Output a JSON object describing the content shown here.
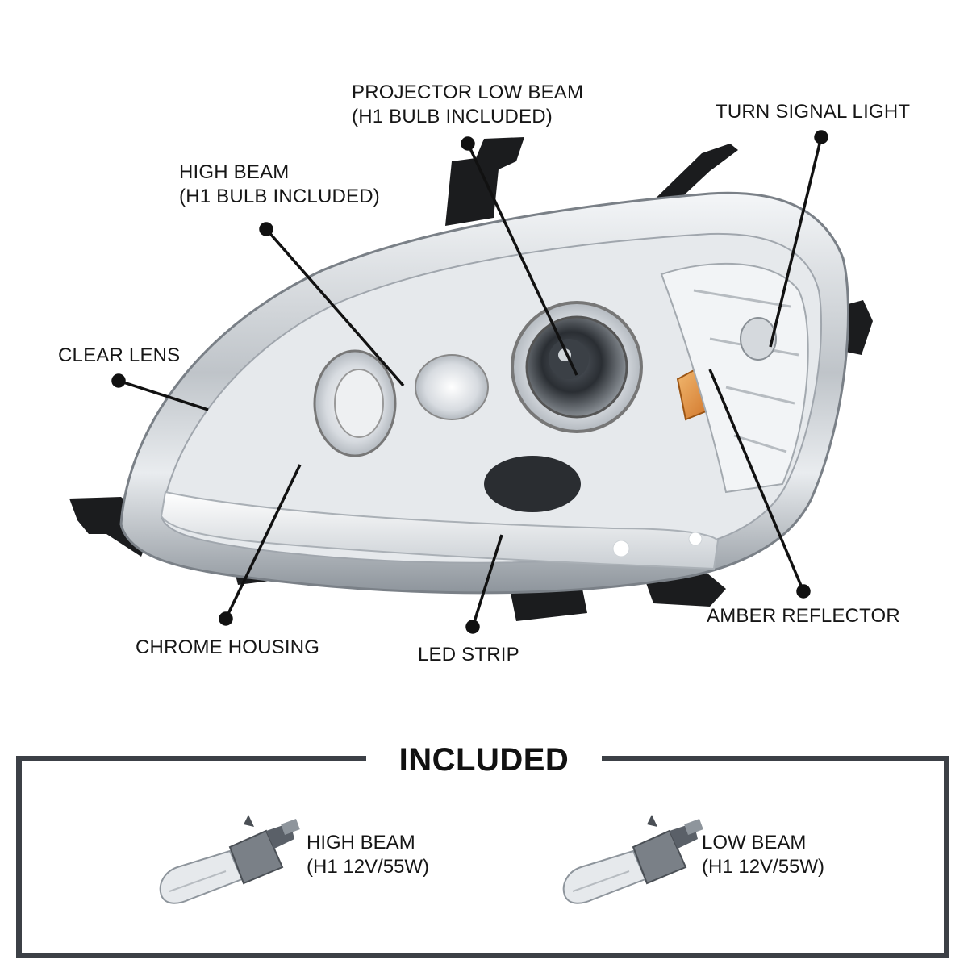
{
  "callouts": {
    "projector": [
      "PROJECTOR LOW BEAM",
      "(H1 BULB INCLUDED)"
    ],
    "turn_signal": [
      "TURN SIGNAL LIGHT"
    ],
    "high_beam": [
      "HIGH BEAM",
      "(H1 BULB INCLUDED)"
    ],
    "clear_lens": [
      "CLEAR LENS"
    ],
    "chrome_housing": [
      "CHROME HOUSING"
    ],
    "led_strip": [
      "LED STRIP"
    ],
    "amber_reflector": [
      "AMBER REFLECTOR"
    ]
  },
  "included": {
    "title": "INCLUDED",
    "items": [
      {
        "name": "HIGH BEAM",
        "spec": "(H1 12V/55W)"
      },
      {
        "name": "LOW BEAM",
        "spec": "(H1 12V/55W)"
      }
    ]
  },
  "colors": {
    "callout_line": "#111111",
    "frame": "#3c4046",
    "amber": "#e08a1e",
    "bracket": "#1b1c1e"
  }
}
